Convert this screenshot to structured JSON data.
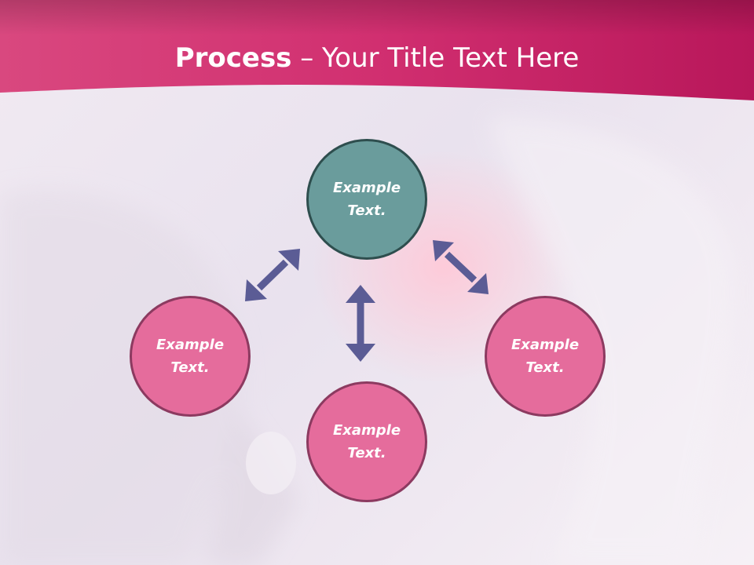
{
  "header": {
    "title_bold": "Process",
    "title_rest": " – Your Title Text Here",
    "band_color": "#cf2e72"
  },
  "diagram": {
    "nodes": [
      {
        "id": "top",
        "label": "Example Text.",
        "color": "#6a9c9c"
      },
      {
        "id": "left",
        "label": "Example Text.",
        "color": "#e56c9c"
      },
      {
        "id": "bottom",
        "label": "Example Text.",
        "color": "#e56c9c"
      },
      {
        "id": "right",
        "label": "Example Text.",
        "color": "#e56c9c"
      }
    ],
    "arrow_color": "#5b5c95"
  }
}
